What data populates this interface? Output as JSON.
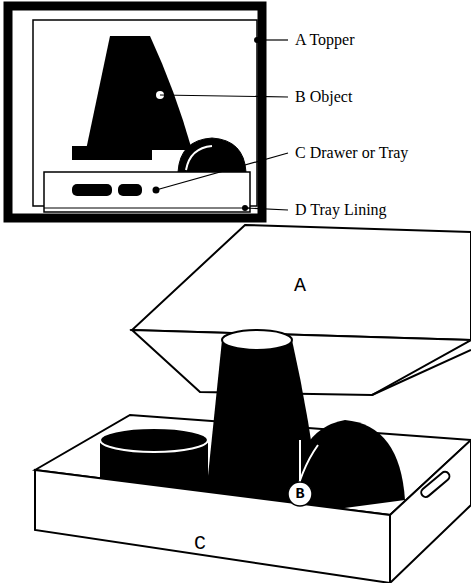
{
  "diagram": {
    "labels": [
      "A Topper",
      "B Object",
      "C Drawer or Tray",
      "D Tray Lining",
      "A",
      "B",
      "C"
    ]
  }
}
